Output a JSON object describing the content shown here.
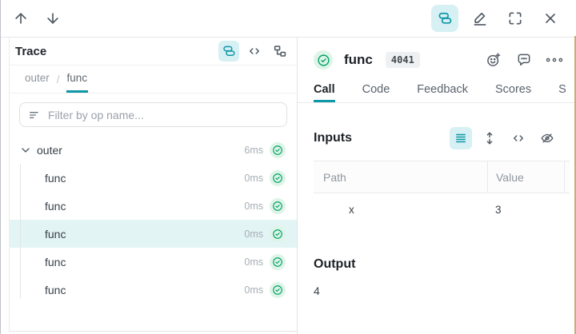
{
  "colors": {
    "accent": "#0e97a7",
    "accent_light_bg": "#d7f0f4",
    "selected_row_bg": "#e3f4f5",
    "success_green": "#00a368",
    "success_bg": "#def4e7"
  },
  "topbar": {
    "nav_buttons": [
      {
        "name": "navigate-up"
      },
      {
        "name": "navigate-down"
      }
    ],
    "actions": [
      {
        "name": "trace-stack-view",
        "active": true
      },
      {
        "name": "edit"
      },
      {
        "name": "fullscreen"
      },
      {
        "name": "close"
      }
    ]
  },
  "trace_panel": {
    "title": "Trace",
    "view_toggles": [
      {
        "name": "stack-view",
        "active": true
      },
      {
        "name": "code-view",
        "active": false
      },
      {
        "name": "flame-view",
        "active": false
      }
    ],
    "breadcrumb": {
      "separator": "/",
      "items": [
        {
          "label": "outer",
          "active": false
        },
        {
          "label": "func",
          "active": true
        }
      ]
    },
    "filter_placeholder": "Filter by op name...",
    "tree": [
      {
        "label": "outer",
        "duration": "6ms",
        "status": "success",
        "depth": 0,
        "expanded": true,
        "selected": false
      },
      {
        "label": "func",
        "duration": "0ms",
        "status": "success",
        "depth": 1,
        "selected": false
      },
      {
        "label": "func",
        "duration": "0ms",
        "status": "success",
        "depth": 1,
        "selected": false
      },
      {
        "label": "func",
        "duration": "0ms",
        "status": "success",
        "depth": 1,
        "selected": true
      },
      {
        "label": "func",
        "duration": "0ms",
        "status": "success",
        "depth": 1,
        "selected": false
      },
      {
        "label": "func",
        "duration": "0ms",
        "status": "success",
        "depth": 1,
        "selected": false
      }
    ]
  },
  "detail_panel": {
    "status": "success",
    "title": "func",
    "badge": "4041",
    "header_actions": [
      {
        "name": "add-reaction"
      },
      {
        "name": "comment"
      },
      {
        "name": "more-options"
      }
    ],
    "tabs": [
      {
        "label": "Call",
        "active": true
      },
      {
        "label": "Code",
        "active": false
      },
      {
        "label": "Feedback",
        "active": false
      },
      {
        "label": "Scores",
        "active": false
      },
      {
        "label": "S",
        "active": false
      }
    ],
    "inputs": {
      "heading": "Inputs",
      "view_toggles": [
        {
          "name": "list-view",
          "active": true
        },
        {
          "name": "expand-rows-view",
          "active": false
        },
        {
          "name": "code-view",
          "active": false
        },
        {
          "name": "hide-view",
          "active": false
        }
      ],
      "table": {
        "columns": [
          "Path",
          "Value"
        ],
        "rows": [
          {
            "path": "x",
            "value": "3"
          }
        ]
      }
    },
    "output": {
      "heading": "Output",
      "value": "4"
    }
  }
}
